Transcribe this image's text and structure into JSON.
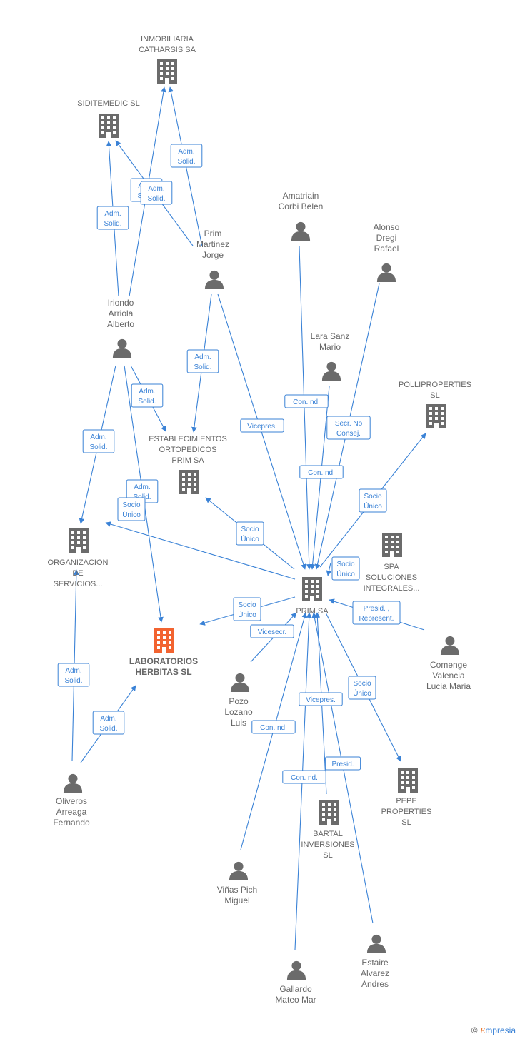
{
  "colors": {
    "edge": "#3a82d6",
    "node": "#6b6b6b",
    "focus": "#f26330"
  },
  "footer": {
    "copyright": "©",
    "brand_initial": "E",
    "brand_rest": "mpresia"
  },
  "nodes": [
    {
      "id": "inmobiliaria",
      "type": "company",
      "lines": [
        "INMOBILIARIA",
        "CATHARSIS SA"
      ]
    },
    {
      "id": "siditemedic",
      "type": "company",
      "lines": [
        "SIDITEMEDIC SL"
      ]
    },
    {
      "id": "amatriain",
      "type": "person",
      "lines": [
        "Amatriain",
        "Corbi Belen"
      ]
    },
    {
      "id": "alonso",
      "type": "person",
      "lines": [
        "Alonso",
        "Dregi",
        "Rafael"
      ]
    },
    {
      "id": "prim_jorge",
      "type": "person",
      "lines": [
        "Prim",
        "Martinez",
        "Jorge"
      ]
    },
    {
      "id": "iriondo",
      "type": "person",
      "lines": [
        "Iriondo",
        "Arriola",
        "Alberto"
      ]
    },
    {
      "id": "lara",
      "type": "person",
      "lines": [
        "Lara Sanz",
        "Mario"
      ]
    },
    {
      "id": "polliproperties",
      "type": "company",
      "lines": [
        "POLLIPROPERTIES",
        "SL"
      ]
    },
    {
      "id": "establecimientos",
      "type": "company",
      "lines": [
        "ESTABLECIMIENTOS",
        "ORTOPEDICOS",
        "PRIM SA"
      ]
    },
    {
      "id": "organizacion",
      "type": "company",
      "lines": [
        "ORGANIZACION",
        "DE",
        "SERVICIOS..."
      ]
    },
    {
      "id": "spa",
      "type": "company",
      "lines": [
        "SPA",
        "SOLUCIONES",
        "INTEGRALES..."
      ]
    },
    {
      "id": "prim_sa",
      "type": "company",
      "lines": [
        "PRIM SA"
      ]
    },
    {
      "id": "laboratorios",
      "type": "focus",
      "lines": [
        "LABORATORIOS",
        "HERBITAS  SL"
      ]
    },
    {
      "id": "comenge",
      "type": "person",
      "lines": [
        "Comenge",
        "Valencia",
        "Lucia Maria"
      ]
    },
    {
      "id": "pozo",
      "type": "person",
      "lines": [
        "Pozo",
        "Lozano",
        "Luis"
      ]
    },
    {
      "id": "oliveros",
      "type": "person",
      "lines": [
        "Oliveros",
        "Arreaga",
        "Fernando"
      ]
    },
    {
      "id": "pepe",
      "type": "company",
      "lines": [
        "PEPE",
        "PROPERTIES",
        "SL"
      ]
    },
    {
      "id": "bartal",
      "type": "company",
      "lines": [
        "BARTAL",
        "INVERSIONES",
        "SL"
      ]
    },
    {
      "id": "vinas",
      "type": "person",
      "lines": [
        "Viñas Pich",
        "Miguel"
      ]
    },
    {
      "id": "estaire",
      "type": "person",
      "lines": [
        "Estaire",
        "Alvarez",
        "Andres"
      ]
    },
    {
      "id": "gallardo",
      "type": "person",
      "lines": [
        "Gallardo",
        "Mateo Mar"
      ]
    }
  ],
  "edges": [
    {
      "from": "iriondo",
      "to": "inmobiliaria",
      "label": [
        "Adm.",
        "Solid."
      ]
    },
    {
      "from": "prim_jorge",
      "to": "inmobiliaria",
      "label": [
        "Adm.",
        "Solid."
      ]
    },
    {
      "from": "iriondo",
      "to": "siditemedic",
      "label": [
        "Adm.",
        "Solid."
      ]
    },
    {
      "from": "prim_jorge",
      "to": "siditemedic",
      "label": [
        "Adm.",
        "Solid."
      ]
    },
    {
      "from": "prim_jorge",
      "to": "establecimientos",
      "label": [
        "Adm.",
        "Solid."
      ]
    },
    {
      "from": "iriondo",
      "to": "establecimientos",
      "label": [
        "Adm.",
        "Solid."
      ]
    },
    {
      "from": "iriondo",
      "to": "organizacion",
      "label": [
        "Adm.",
        "Solid."
      ]
    },
    {
      "from": "iriondo",
      "to": "laboratorios",
      "label": [
        "Adm.",
        "Solid."
      ]
    },
    {
      "from": "oliveros",
      "to": "organizacion",
      "label": [
        "Adm.",
        "Solid."
      ]
    },
    {
      "from": "oliveros",
      "to": "laboratorios",
      "label": [
        "Adm.",
        "Solid."
      ]
    },
    {
      "from": "prim_sa",
      "to": "establecimientos",
      "label": [
        "Socio",
        "Único"
      ]
    },
    {
      "from": "prim_sa",
      "to": "organizacion",
      "label": [
        "Socio",
        "Único"
      ]
    },
    {
      "from": "prim_sa",
      "to": "laboratorios",
      "label": [
        "Socio",
        "Único"
      ]
    },
    {
      "from": "prim_sa",
      "to": "polliproperties",
      "label": [
        "Socio",
        "Único"
      ]
    },
    {
      "from": "prim_sa",
      "to": "pepe",
      "label": [
        "Socio",
        "Único"
      ]
    },
    {
      "from": "spa",
      "to": "prim_sa",
      "label": [
        "Socio",
        "Único"
      ]
    },
    {
      "from": "prim_jorge",
      "to": "prim_sa",
      "label": [
        "Vicepres."
      ]
    },
    {
      "from": "amatriain",
      "to": "prim_sa",
      "label": [
        "Con.  nd."
      ]
    },
    {
      "from": "alonso",
      "to": "prim_sa",
      "label": [
        "Secr.  No",
        "Consej."
      ]
    },
    {
      "from": "lara",
      "to": "prim_sa",
      "label": [
        "Con.  nd."
      ]
    },
    {
      "from": "comenge",
      "to": "prim_sa",
      "label": [
        "Presid. ,",
        "Represent."
      ]
    },
    {
      "from": "pozo",
      "to": "prim_sa",
      "label": [
        "Vicesecr."
      ]
    },
    {
      "from": "vinas",
      "to": "prim_sa",
      "label": [
        "Con.  nd."
      ]
    },
    {
      "from": "gallardo",
      "to": "prim_sa",
      "label": [
        "Con.  nd."
      ]
    },
    {
      "from": "bartal",
      "to": "prim_sa",
      "label": [
        "Presid."
      ]
    },
    {
      "from": "estaire",
      "to": "prim_sa",
      "label": [
        "Vicepres."
      ]
    }
  ]
}
